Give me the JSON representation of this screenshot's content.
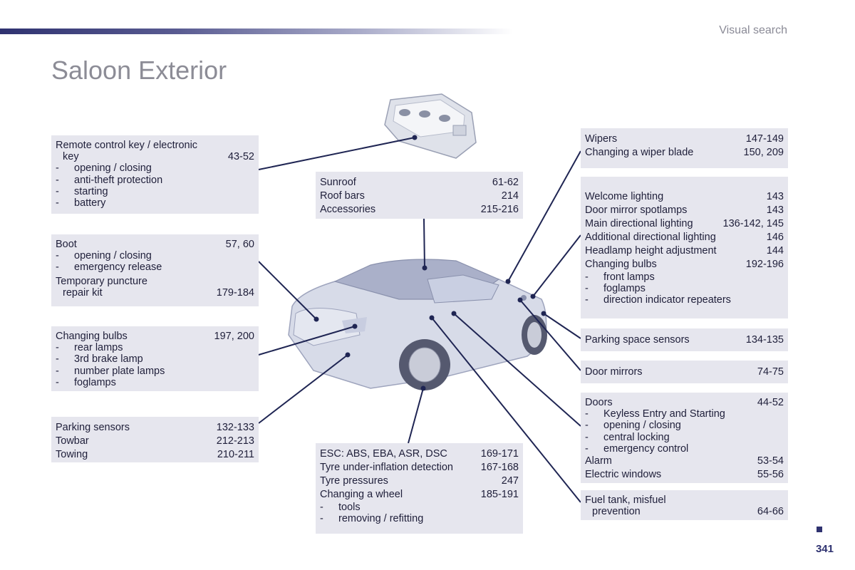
{
  "header": {
    "section": "Visual search",
    "title": "Saloon Exterior",
    "page_number": "341"
  },
  "colors": {
    "accent": "#2f3270",
    "panel_bg": "#e6e6ee",
    "title": "#8c8c96"
  },
  "panels": {
    "remote_key": {
      "title1": "Remote control key / electronic",
      "title2": "key",
      "pages": "43-52",
      "items": [
        "opening / closing",
        "anti-theft protection",
        "starting",
        "battery"
      ]
    },
    "boot": {
      "title": "Boot",
      "pages": "57, 60",
      "items": [
        "opening / closing",
        "emergency release"
      ],
      "extra1": "Temporary puncture",
      "extra2": "repair kit",
      "extra_pages": "179-184"
    },
    "rear_bulbs": {
      "title": "Changing bulbs",
      "pages": "197, 200",
      "items": [
        "rear lamps",
        "3rd brake lamp",
        "number plate lamps",
        "foglamps"
      ]
    },
    "parking": {
      "rows": [
        {
          "label": "Parking sensors",
          "pages": "132-133"
        },
        {
          "label": "Towbar",
          "pages": "212-213"
        },
        {
          "label": "Towing",
          "pages": "210-211"
        }
      ]
    },
    "sunroof": {
      "rows": [
        {
          "label": "Sunroof",
          "pages": "61-62"
        },
        {
          "label": "Roof bars",
          "pages": "214"
        },
        {
          "label": "Accessories",
          "pages": "215-216"
        }
      ]
    },
    "wheels": {
      "rows": [
        {
          "label": "ESC: ABS, EBA, ASR, DSC",
          "pages": "169-171"
        },
        {
          "label": "Tyre under-inflation detection",
          "pages": "167-168"
        },
        {
          "label": "Tyre pressures",
          "pages": "247"
        },
        {
          "label": "Changing a wheel",
          "pages": "185-191"
        }
      ],
      "items": [
        "tools",
        "removing / refitting"
      ]
    },
    "wipers": {
      "rows": [
        {
          "label": "Wipers",
          "pages": "147-149"
        },
        {
          "label": "Changing a wiper blade",
          "pages": "150, 209"
        }
      ]
    },
    "lighting": {
      "rows": [
        {
          "label": "Welcome lighting",
          "pages": "143"
        },
        {
          "label": "Door mirror spotlamps",
          "pages": "143"
        },
        {
          "label": "Main directional lighting",
          "pages": "136-142, 145"
        },
        {
          "label": "Additional directional lighting",
          "pages": "146"
        },
        {
          "label": "Headlamp height adjustment",
          "pages": "144"
        },
        {
          "label": "Changing bulbs",
          "pages": "192-196"
        }
      ],
      "items": [
        "front lamps",
        "foglamps",
        "direction indicator repeaters"
      ]
    },
    "parking_space": {
      "label": "Parking space sensors",
      "pages": "134-135"
    },
    "door_mirrors": {
      "label": "Door mirrors",
      "pages": "74-75"
    },
    "doors": {
      "title": "Doors",
      "pages": "44-52",
      "items": [
        "Keyless Entry and Starting",
        "opening / closing",
        "central locking",
        "emergency control"
      ],
      "rows": [
        {
          "label": "Alarm",
          "pages": "53-54"
        },
        {
          "label": "Electric windows",
          "pages": "55-56"
        }
      ]
    },
    "fuel": {
      "title1": "Fuel tank, misfuel",
      "title2": "prevention",
      "pages": "64-66"
    }
  },
  "images": {
    "car": "car-illustration",
    "key": "remote-key-illustration"
  },
  "dash": "-"
}
